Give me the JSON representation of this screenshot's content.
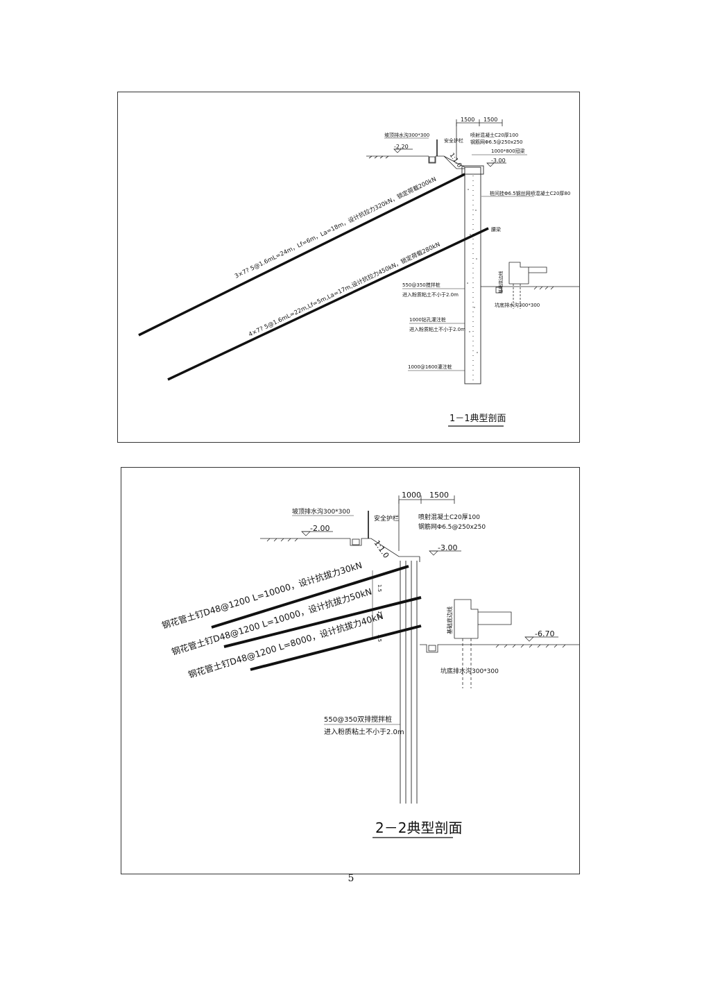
{
  "section1": {
    "title": "1－1典型剖面",
    "dims": [
      "1500",
      "1500"
    ],
    "ditch_label": "坡顶排水沟300*300",
    "railing_label": "安全护栏",
    "shotcrete_label": "喷射混凝土C20厚100",
    "mesh_label": "钢筋网Φ6.5@250x250",
    "slope_ratio": "1:1.0",
    "crown_beam_label": "1000*800冠梁",
    "elev_top": "-2.20",
    "elev_beam": "-3.00",
    "pile_gap_label": "桩间挂Φ6.5钢丝网喷混凝土C20厚80",
    "waist_beam_label": "腰梁",
    "anchor1": "3×7? 5@1.6mL=24m，Lf=6m，La=18m，设计抗拉力320kN，锁定荷载200kN",
    "anchor2": "4×7? 5@1.6mL=22m,Lf=5m,La=17m,设计抗拉力450kN，锁定荷载280kN",
    "mixing_pile_label1": "550@350搅拌桩",
    "mixing_pile_label2": "进入粉质粘土不小于2.0m",
    "bored_pile_label1": "1000钻孔灌注桩",
    "bored_pile_label2": "进入粉质粘土不小于2.0m",
    "spacing_label": "1000@1600灌注桩",
    "bottom_ditch_label": "坑底排水沟300*300",
    "foundation_label": "基础底边线"
  },
  "section2": {
    "title": "2－2典型剖面",
    "dims": [
      "1000",
      "1500"
    ],
    "ditch_label": "坡顶排水沟300*300",
    "railing_label": "安全护栏",
    "shotcrete_label": "喷射混凝土C20厚100",
    "mesh_label": "钢筋网Φ6.5@250x250",
    "slope_ratio": "1:1.0",
    "elev_top": "-2.00",
    "elev_beam": "-3.00",
    "elev_bottom": "-6.70",
    "nail1": "钢花管土钉D48@1200 L=10000，设计抗拔力30kN",
    "nail2": "钢花管土钉D48@1200 L=10000，设计抗拔力50kN",
    "nail3": "钢花管土钉D48@1200 L=8000，设计抗拔力40kN",
    "mixing_pile_label1": "550@350双排搅拌桩",
    "mixing_pile_label2": "进入粉质粘土不小于2.0m",
    "bottom_ditch_label": "坑底排水沟300*300",
    "foundation_label": "基础底边线",
    "spacing_marks": [
      "1.5",
      "1.5",
      "1.5"
    ]
  },
  "page_number": "5"
}
